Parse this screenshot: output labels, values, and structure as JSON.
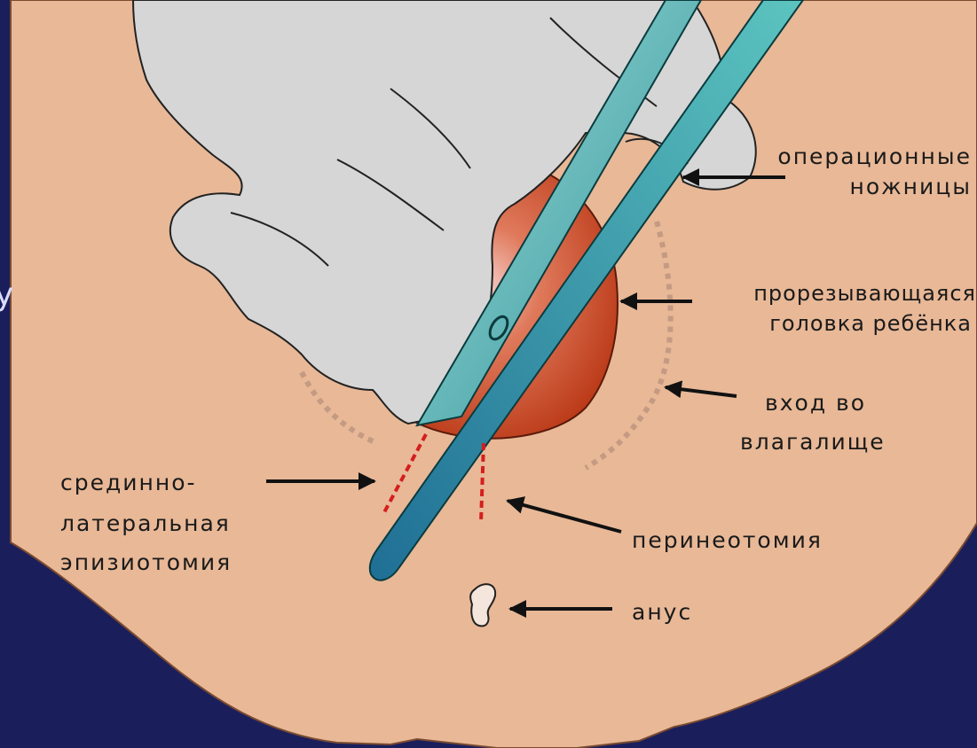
{
  "background": "#1a1f5c",
  "skin_color": "#e8b897",
  "glove_color": "#d6d6d6",
  "head_color": "#c4401e",
  "scissors_color": "#3aa6a8",
  "incision_color": "#d41e1e",
  "slide_edge_text": "у",
  "labels": {
    "scissors_line1": "операционные",
    "scissors_line2": "ножницы",
    "head_line1": "прорезывающаяся",
    "head_line2": "головка ребёнка",
    "vagina_line1": "вход во",
    "vagina_line2": "влагалище",
    "medio_line1": "срединно-",
    "medio_line2": "латеральная",
    "medio_line3": "эпизиотомия",
    "perineotomy": "перинеотомия",
    "anus": "анус"
  }
}
